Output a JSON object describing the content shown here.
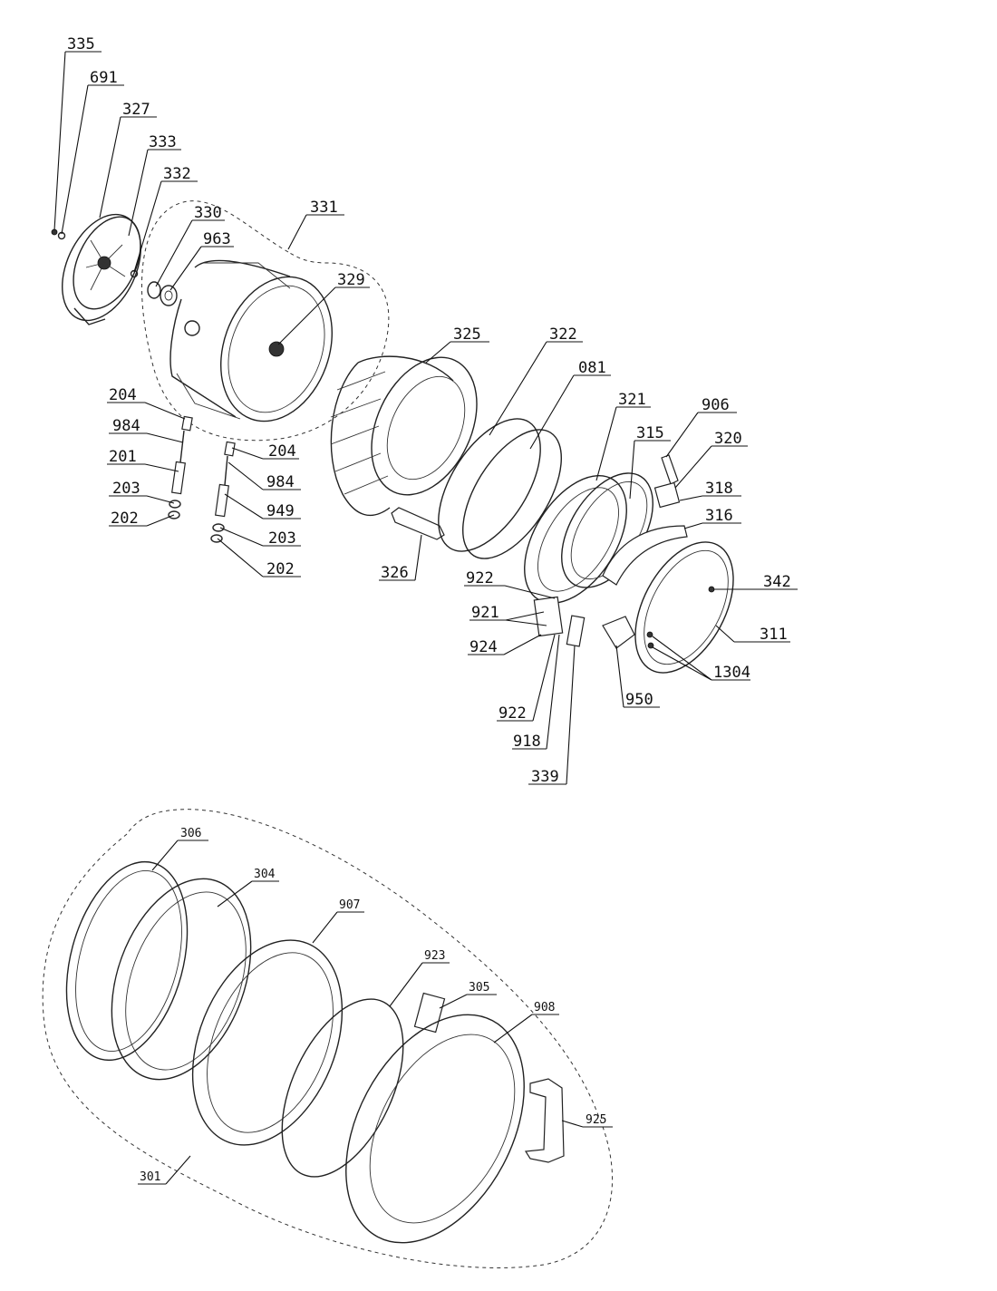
{
  "callouts": {
    "c335": "335",
    "c691": "691",
    "c327": "327",
    "c333": "333",
    "c332": "332",
    "c330": "330",
    "c963": "963",
    "c331": "331",
    "c329": "329",
    "c204a": "204",
    "c984a": "984",
    "c201": "201",
    "c203a": "203",
    "c202a": "202",
    "c204b": "204",
    "c984b": "984",
    "c949": "949",
    "c203b": "203",
    "c202b": "202",
    "c325": "325",
    "c322": "322",
    "c081": "081",
    "c321": "321",
    "c906": "906",
    "c315": "315",
    "c320": "320",
    "c318": "318",
    "c316": "316",
    "c342": "342",
    "c311": "311",
    "c1304": "1304",
    "c950": "950",
    "c326": "326",
    "c922a": "922",
    "c921": "921",
    "c924": "924",
    "c922b": "922",
    "c918": "918",
    "c339": "339",
    "c306": "306",
    "c304": "304",
    "c907": "907",
    "c923": "923",
    "c305": "305",
    "c908": "908",
    "c925": "925",
    "c301": "301"
  }
}
